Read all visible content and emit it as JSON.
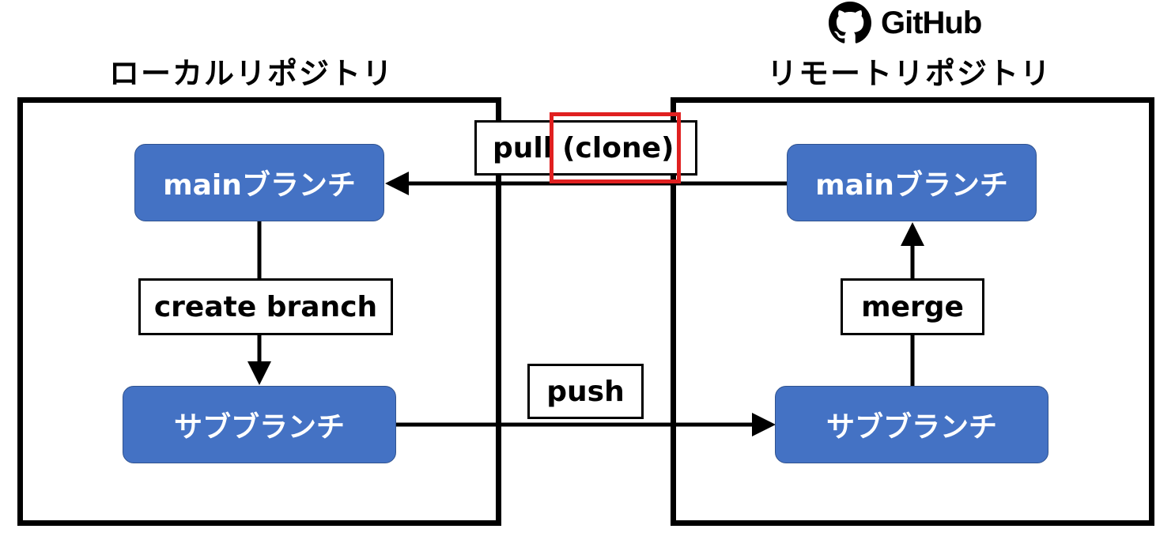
{
  "github": {
    "logo_text": "GitHub",
    "icon": "github-octocat-icon"
  },
  "local": {
    "title": "ローカルリポジトリ"
  },
  "remote": {
    "title": "リモートリポジトリ"
  },
  "nodes": {
    "local_main": "mainブランチ",
    "local_sub": "サブブランチ",
    "remote_main": "mainブランチ",
    "remote_sub": "サブブランチ"
  },
  "edges": {
    "pull_label": "pull",
    "clone_label": "(clone)",
    "create_branch": "create branch",
    "push": "push",
    "merge": "merge"
  },
  "colors": {
    "node_fill": "#4472c4",
    "highlight": "#e02020"
  }
}
